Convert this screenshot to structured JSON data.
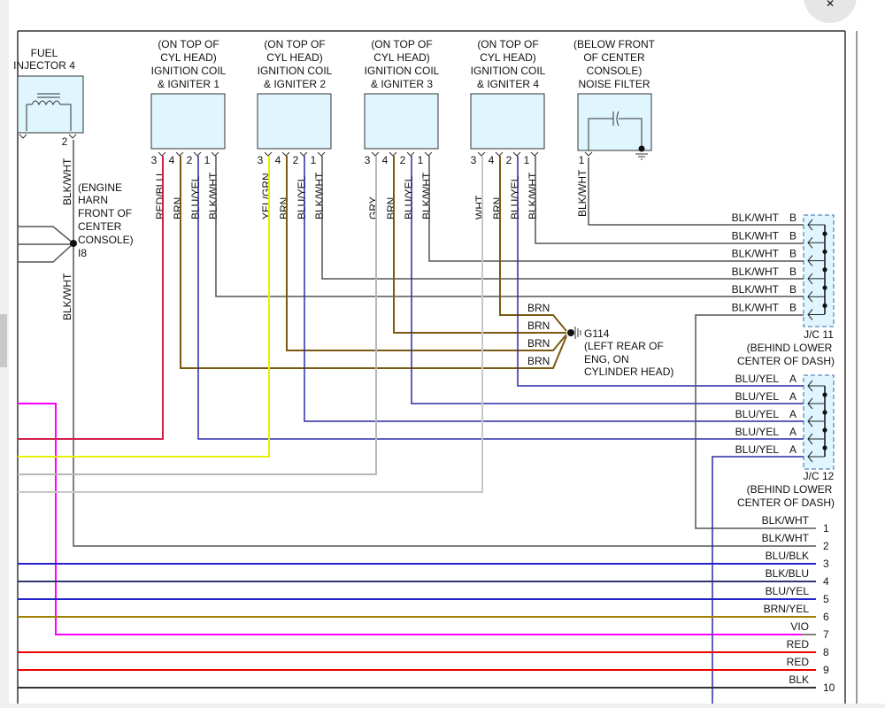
{
  "components": {
    "fuel_injector": {
      "lines": [
        "FUEL",
        "INJECTOR 4"
      ],
      "pin": "2"
    },
    "coil1": {
      "lines": [
        "(ON TOP OF",
        "CYL HEAD)",
        "IGNITION COIL",
        "& IGNITER 1"
      ],
      "pins": [
        "3",
        "4",
        "2",
        "1"
      ],
      "wires": [
        "RED/BLU",
        "BRN",
        "BLU/YEL",
        "BLK/WHT"
      ]
    },
    "coil2": {
      "lines": [
        "(ON TOP OF",
        "CYL HEAD)",
        "IGNITION COIL",
        "& IGNITER 2"
      ],
      "pins": [
        "3",
        "4",
        "2",
        "1"
      ],
      "wires": [
        "YEL/GRN",
        "BRN",
        "BLU/YEL",
        "BLK/WHT"
      ]
    },
    "coil3": {
      "lines": [
        "(ON TOP OF",
        "CYL HEAD)",
        "IGNITION COIL",
        "& IGNITER 3"
      ],
      "pins": [
        "3",
        "4",
        "2",
        "1"
      ],
      "wires": [
        "GRY",
        "BRN",
        "BLU/YEL",
        "BLK/WHT"
      ]
    },
    "coil4": {
      "lines": [
        "(ON TOP OF",
        "CYL HEAD)",
        "IGNITION COIL",
        "& IGNITER 4"
      ],
      "pins": [
        "3",
        "4",
        "2",
        "1"
      ],
      "wires": [
        "WHT",
        "BRN",
        "BLU/YEL",
        "BLK/WHT"
      ]
    },
    "noise_filter": {
      "lines": [
        "(BELOW FRONT",
        "OF CENTER",
        "CONSOLE)",
        "NOISE FILTER"
      ],
      "pin": "1",
      "wire": "BLK/WHT"
    }
  },
  "splice_i8": {
    "lines": [
      "(ENGINE",
      "HARN",
      "FRONT OF",
      "CENTER",
      "CONSOLE)"
    ],
    "id": "I8",
    "wire_top": "BLK/WHT",
    "wire_bottom": "BLK/WHT"
  },
  "ground_g114": {
    "id": "G114",
    "lines": [
      "(LEFT REAR OF",
      "ENG, ON",
      "CYLINDER HEAD)"
    ],
    "wires": [
      "BRN",
      "BRN",
      "BRN",
      "BRN"
    ]
  },
  "jc11": {
    "rows": [
      {
        "wire": "BLK/WHT",
        "pin": "B"
      },
      {
        "wire": "BLK/WHT",
        "pin": "B"
      },
      {
        "wire": "BLK/WHT",
        "pin": "B"
      },
      {
        "wire": "BLK/WHT",
        "pin": "B"
      },
      {
        "wire": "BLK/WHT",
        "pin": "B"
      },
      {
        "wire": "BLK/WHT",
        "pin": "B"
      }
    ],
    "lines": [
      "J/C 11",
      "(BEHIND LOWER",
      "CENTER OF DASH)"
    ]
  },
  "jc12": {
    "rows": [
      {
        "wire": "BLU/YEL",
        "pin": "A"
      },
      {
        "wire": "BLU/YEL",
        "pin": "A"
      },
      {
        "wire": "BLU/YEL",
        "pin": "A"
      },
      {
        "wire": "BLU/YEL",
        "pin": "A"
      },
      {
        "wire": "BLU/YEL",
        "pin": "A"
      }
    ],
    "lines": [
      "J/C 12",
      "(BEHIND LOWER",
      "CENTER OF DASH)"
    ]
  },
  "bus": [
    {
      "wire": "BLK/WHT",
      "num": "1",
      "color": "#555555"
    },
    {
      "wire": "BLK/WHT",
      "num": "2",
      "color": "#555555"
    },
    {
      "wire": "BLU/BLK",
      "num": "3",
      "color": "#2222cc"
    },
    {
      "wire": "BLK/BLU",
      "num": "4",
      "color": "#333377"
    },
    {
      "wire": "BLU/YEL",
      "num": "5",
      "color": "#2222cc"
    },
    {
      "wire": "BRN/YEL",
      "num": "6",
      "color": "#a08000"
    },
    {
      "wire": "VIO",
      "num": "7",
      "color": "#ff00ff"
    },
    {
      "wire": "RED",
      "num": "8",
      "color": "#ee0000"
    },
    {
      "wire": "RED",
      "num": "9",
      "color": "#ee0000"
    },
    {
      "wire": "BLK",
      "num": "10",
      "color": "#333333"
    }
  ],
  "colors": {
    "brn": "#7a5a10",
    "blu_yel": "#2a2aa8",
    "blk_wht": "#555555",
    "red_blu": "#d0204a",
    "yel_grn": "#e8f000",
    "gry": "#b8b8b8",
    "wht": "#c8c8c8",
    "vio": "#ff00ff"
  },
  "ui": {
    "close_icon": "close-icon",
    "close_glyph": "✕"
  }
}
